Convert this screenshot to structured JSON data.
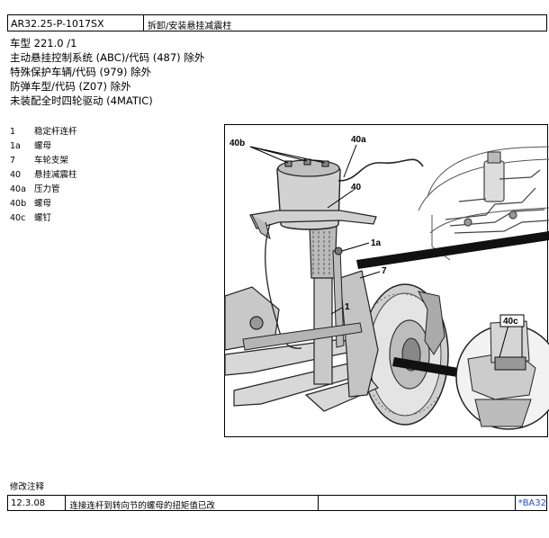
{
  "header": {
    "doc_id": "AR32.25-P-1017SX",
    "title": "拆卸/安装悬挂减震柱"
  },
  "applicability": [
    "车型 221.0 /1",
    "主动悬挂控制系统 (ABC)/代码 (487) 除外",
    "特殊保护车辆/代码 (979) 除外",
    "防弹车型/代码 (Z07) 除外",
    "未装配全时四轮驱动 (4MATIC)"
  ],
  "legend": [
    {
      "num": "1",
      "label": "稳定杆连杆"
    },
    {
      "num": "1a",
      "label": "螺母"
    },
    {
      "num": "7",
      "label": "车轮支架"
    },
    {
      "num": "40",
      "label": "悬挂减震柱"
    },
    {
      "num": "40a",
      "label": "压力管"
    },
    {
      "num": "40b",
      "label": "螺母"
    },
    {
      "num": "40c",
      "label": "螺钉"
    }
  ],
  "figure": {
    "callouts": {
      "c40b": "40b",
      "c40a": "40a",
      "c40": "40",
      "c1a": "1a",
      "c7": "7",
      "c1": "1",
      "c40c": "40c"
    }
  },
  "notes": {
    "title": "修改注释",
    "rows": [
      {
        "date": "12.3.08",
        "text": "连接连杆到转向节的螺母的扭矩值已改",
        "extra": "",
        "link": "*BA32"
      }
    ]
  }
}
